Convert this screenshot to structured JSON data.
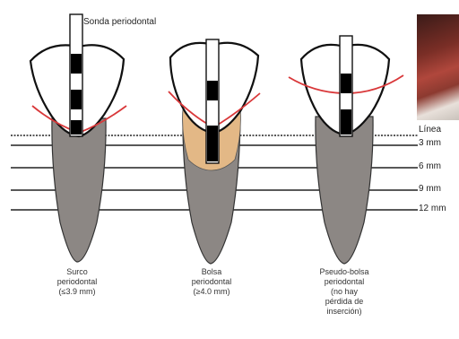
{
  "probe_label": "Sonda periodontal",
  "reference_lines": [
    {
      "label": "Línea",
      "depth_mm": 0
    },
    {
      "label": "3 mm",
      "depth_mm": 3
    },
    {
      "label": "6 mm",
      "depth_mm": 6
    },
    {
      "label": "9 mm",
      "depth_mm": 9
    },
    {
      "label": "12 mm",
      "depth_mm": 12
    }
  ],
  "teeth": [
    {
      "caption": [
        "Surco",
        "periodontal",
        "(≤3.9 mm)"
      ]
    },
    {
      "caption": [
        "Bolsa",
        "periodontal",
        "(≥4.0 mm)"
      ]
    },
    {
      "caption": [
        "Pseudo-bolsa",
        "periodontal",
        "(no hay",
        "pérdida de",
        "inserción)"
      ]
    }
  ],
  "colors": {
    "root": "#8c8784",
    "gingiva_line": "#d9383a",
    "pocket": "#e3b886",
    "probe_mark": "#000000"
  },
  "photo": {
    "icon": "gingiva-photo"
  }
}
